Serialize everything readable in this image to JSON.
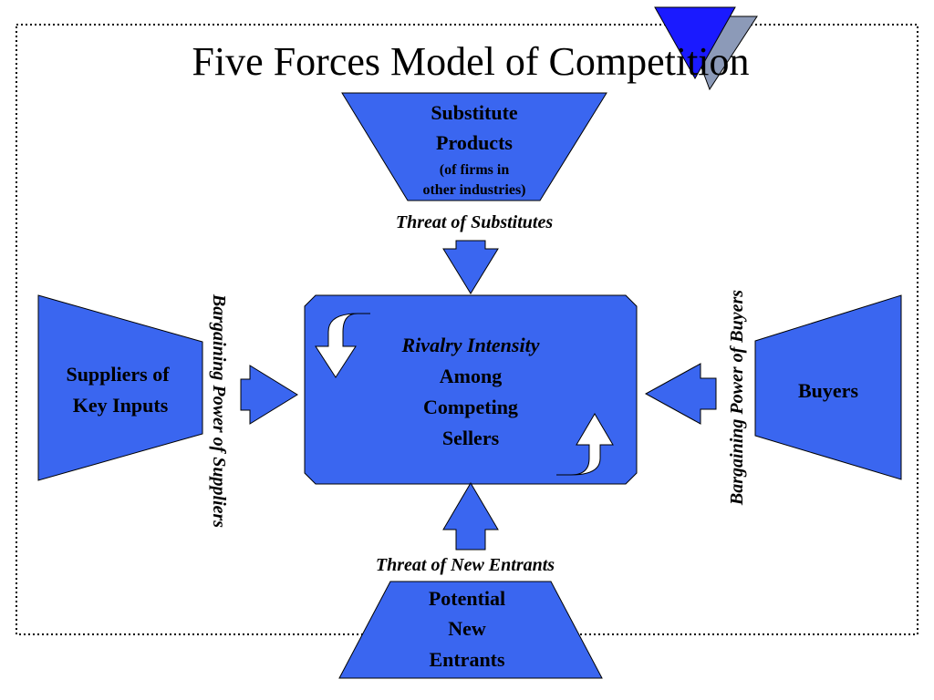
{
  "title": "Five Forces Model of Competition",
  "colors": {
    "shape_fill": "#3a66f0",
    "shape_stroke": "#000000",
    "arrow_fill": "#ffffff",
    "logo_front": "#1a1aff",
    "logo_back": "#8c9ab8",
    "border": "#000000"
  },
  "nodes": {
    "substitutes": {
      "line1": "Substitute",
      "line2": "Products",
      "line3": "(of firms in",
      "line4": "other industries)"
    },
    "rivalry": {
      "line1": "Rivalry Intensity",
      "line2": "Among",
      "line3": "Competing",
      "line4": "Sellers"
    },
    "suppliers": {
      "line1": "Suppliers of",
      "line2": "Key Inputs"
    },
    "buyers": {
      "line1": "Buyers"
    },
    "entrants": {
      "line1": "Potential",
      "line2": "New",
      "line3": "Entrants"
    }
  },
  "forces": {
    "substitutes": "Threat of Substitutes",
    "entrants": "Threat of New Entrants",
    "suppliers": "Bargaining Power of  Suppliers",
    "buyers": "Bargaining Power of Buyers"
  }
}
